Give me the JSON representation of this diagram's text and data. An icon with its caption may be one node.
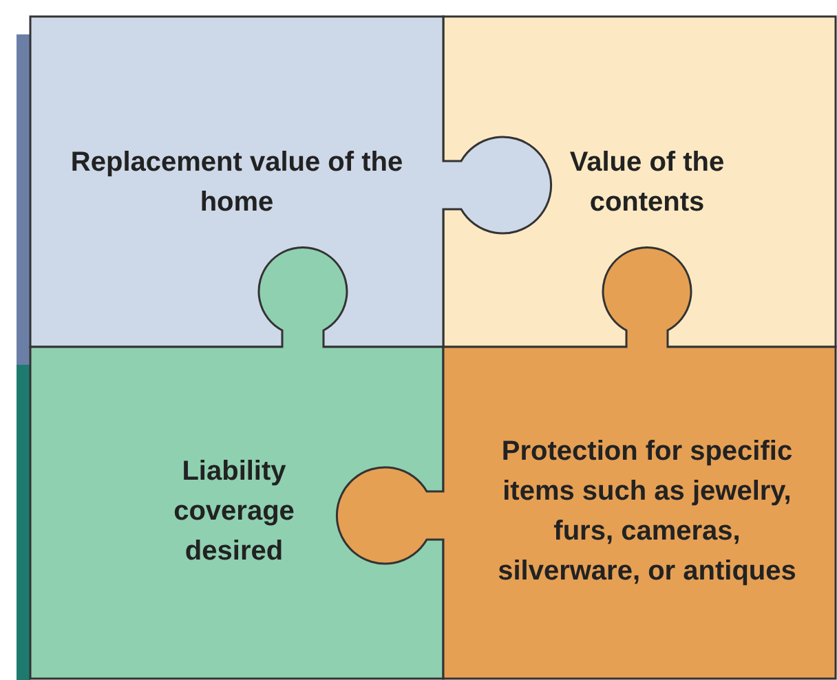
{
  "diagram": {
    "nodes": [
      {
        "text": [
          "Replacement value of the home"
        ]
      },
      {
        "text": [
          "Value of the contents"
        ]
      },
      {
        "text": [
          "Liability coverage desired"
        ]
      },
      {
        "text": [
          "Protection for specific items such as jewelry, furs, cameras, silverware, or antiques"
        ]
      }
    ]
  }
}
